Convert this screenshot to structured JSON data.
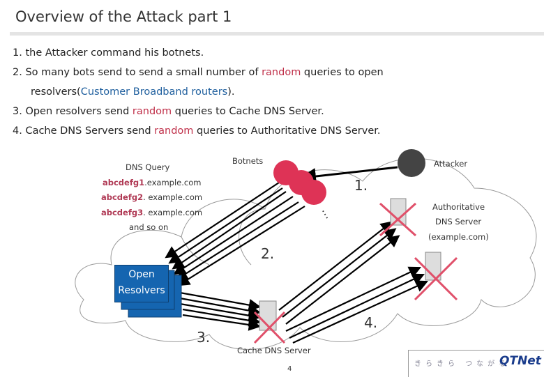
{
  "title": "Overview of the Attack part 1",
  "bullets": {
    "b1": "1. the Attacker command his botnets.",
    "b2a": "2. So many bots send to send a small number of ",
    "b2b": "random",
    "b2c": " queries to open",
    "b3a": "resolvers(",
    "b3b": "Customer Broadband routers",
    "b3c": ").",
    "b4a": "3. Open resolvers send ",
    "b4b": "random",
    "b4c": " queries to Cache DNS Server.",
    "b5a": "4. Cache DNS Servers send ",
    "b5b": "random",
    "b5c": " queries to Authoritative DNS Server."
  },
  "diagram": {
    "dns_query": "DNS Query",
    "q1": "abcdefg1",
    "q1s": ".example.com",
    "q2": "abcdefg2",
    "q2s": ". example.com",
    "q3": "abcdefg3",
    "q3s": ". example.com",
    "and_so_on": "and so on",
    "botnets": "Botnets",
    "attacker": "Attacker",
    "authoritative": "Authoritative",
    "dns_server": "DNS Server",
    "example": "(example.com)",
    "open": "Open",
    "resolvers": "Resolvers",
    "cache": "Cache DNS Server",
    "step1": "1.",
    "step2": "2.",
    "step3": "3.",
    "step4": "4.",
    "dots": "…"
  },
  "page_number": "4",
  "logo": {
    "tagline": "きらきら つながる",
    "brand": "QTNet"
  },
  "colors": {
    "bot": "#de3356",
    "resolver": "#1565b0",
    "cross": "#e0506a",
    "attacker": "#444"
  }
}
